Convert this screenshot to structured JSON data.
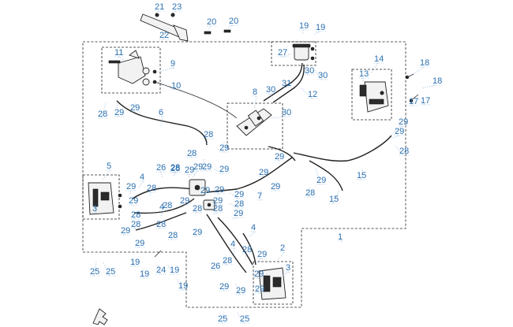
{
  "diagram": {
    "callouts": [
      {
        "id": "c1",
        "text": "21"
      },
      {
        "id": "c2",
        "text": "23"
      },
      {
        "id": "c3",
        "text": "22"
      },
      {
        "id": "c4",
        "text": "20"
      },
      {
        "id": "c5",
        "text": "20"
      },
      {
        "id": "c6",
        "text": "19"
      },
      {
        "id": "c7",
        "text": "19"
      },
      {
        "id": "c8",
        "text": "27"
      },
      {
        "id": "c9",
        "text": "30"
      },
      {
        "id": "c10",
        "text": "30"
      },
      {
        "id": "c11",
        "text": "11"
      },
      {
        "id": "c12",
        "text": "9"
      },
      {
        "id": "c13",
        "text": "10"
      },
      {
        "id": "c14",
        "text": "14"
      },
      {
        "id": "c15",
        "text": "18"
      },
      {
        "id": "c16",
        "text": "18"
      },
      {
        "id": "c17",
        "text": "13"
      },
      {
        "id": "c18",
        "text": "17"
      },
      {
        "id": "c19",
        "text": "17"
      },
      {
        "id": "c20",
        "text": "31"
      },
      {
        "id": "c21",
        "text": "12"
      },
      {
        "id": "c22",
        "text": "30"
      },
      {
        "id": "c23",
        "text": "8"
      },
      {
        "id": "c24",
        "text": "30"
      },
      {
        "id": "c25",
        "text": "28"
      },
      {
        "id": "c26",
        "text": "29"
      },
      {
        "id": "c27",
        "text": "6"
      },
      {
        "id": "c28",
        "text": "29"
      },
      {
        "id": "c29",
        "text": "28"
      },
      {
        "id": "c30",
        "text": "29"
      },
      {
        "id": "c31",
        "text": "28"
      },
      {
        "id": "c32",
        "text": "29"
      },
      {
        "id": "c33",
        "text": "29"
      },
      {
        "id": "c34",
        "text": "28"
      },
      {
        "id": "c35",
        "text": "5"
      },
      {
        "id": "c36",
        "text": "26"
      },
      {
        "id": "c37",
        "text": "28"
      },
      {
        "id": "c38",
        "text": "29"
      },
      {
        "id": "c39",
        "text": "29"
      },
      {
        "id": "c40",
        "text": "29"
      },
      {
        "id": "c41",
        "text": "4"
      },
      {
        "id": "c42",
        "text": "29"
      },
      {
        "id": "c43",
        "text": "28"
      },
      {
        "id": "c44",
        "text": "3"
      },
      {
        "id": "c45",
        "text": "28"
      },
      {
        "id": "c46",
        "text": "29"
      },
      {
        "id": "c47",
        "text": "28"
      },
      {
        "id": "c48",
        "text": "29"
      },
      {
        "id": "c49",
        "text": "29"
      },
      {
        "id": "c50",
        "text": "29"
      },
      {
        "id": "c51",
        "text": "29"
      },
      {
        "id": "c52",
        "text": "28"
      },
      {
        "id": "c53",
        "text": "7"
      },
      {
        "id": "c54",
        "text": "29"
      },
      {
        "id": "c55",
        "text": "29"
      },
      {
        "id": "c56",
        "text": "29"
      },
      {
        "id": "c57",
        "text": "28"
      },
      {
        "id": "c58",
        "text": "29"
      },
      {
        "id": "c59",
        "text": "15"
      },
      {
        "id": "c60",
        "text": "15"
      },
      {
        "id": "c61",
        "text": "29"
      },
      {
        "id": "c62",
        "text": "29"
      },
      {
        "id": "c63",
        "text": "28"
      },
      {
        "id": "c64",
        "text": "4"
      },
      {
        "id": "c65",
        "text": "29"
      },
      {
        "id": "c66",
        "text": "28"
      },
      {
        "id": "c67",
        "text": "28"
      },
      {
        "id": "c68",
        "text": "29"
      },
      {
        "id": "c69",
        "text": "28"
      },
      {
        "id": "c70",
        "text": "28"
      },
      {
        "id": "c71",
        "text": "29"
      },
      {
        "id": "c72",
        "text": "28"
      },
      {
        "id": "c73",
        "text": "29"
      },
      {
        "id": "c74",
        "text": "4"
      },
      {
        "id": "c75",
        "text": "1"
      },
      {
        "id": "c76",
        "text": "19"
      },
      {
        "id": "c77",
        "text": "19"
      },
      {
        "id": "c78",
        "text": "24"
      },
      {
        "id": "c79",
        "text": "19"
      },
      {
        "id": "c80",
        "text": "19"
      },
      {
        "id": "c81",
        "text": "25"
      },
      {
        "id": "c82",
        "text": "25"
      },
      {
        "id": "c83",
        "text": "4"
      },
      {
        "id": "c84",
        "text": "26"
      },
      {
        "id": "c85",
        "text": "28"
      },
      {
        "id": "c86",
        "text": "28"
      },
      {
        "id": "c87",
        "text": "29"
      },
      {
        "id": "c88",
        "text": "2"
      },
      {
        "id": "c89",
        "text": "3"
      },
      {
        "id": "c90",
        "text": "29"
      },
      {
        "id": "c91",
        "text": "29"
      },
      {
        "id": "c92",
        "text": "29"
      },
      {
        "id": "c93",
        "text": "29"
      },
      {
        "id": "c94",
        "text": "25"
      },
      {
        "id": "c95",
        "text": "25"
      }
    ],
    "orientation_icon": "front-direction-arrow-icon"
  }
}
